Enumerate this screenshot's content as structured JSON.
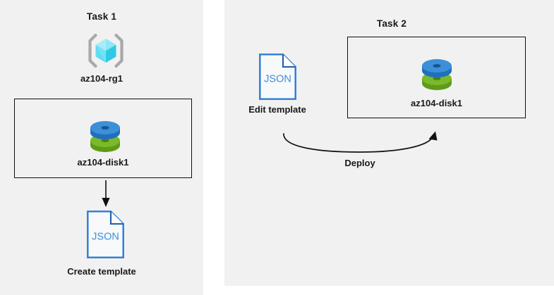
{
  "diagram": {
    "background_color": "#ffffff",
    "panel_color": "#f1f1f1",
    "panels": [
      {
        "name": "task-1-panel"
      },
      {
        "name": "task-2-panel"
      }
    ]
  },
  "task1": {
    "title": "Task 1",
    "resource_group": {
      "label": "az104-rg1",
      "icon": "resource-group-cube-icon",
      "icon_colors": {
        "cube_light": "#9ae9f7",
        "cube_mid": "#45d8ef",
        "cube_dark": "#2fc5e0",
        "brackets": "#a0a0a0"
      }
    },
    "disk": {
      "label": "az104-disk1",
      "icon": "managed-disk-icon",
      "icon_colors": {
        "top_disk": "#3d8fd8",
        "top_disk_side": "#1f6fbd",
        "bottom_disk": "#7ab929",
        "bottom_disk_side": "#5f9a18"
      }
    },
    "flow_arrow": "down-arrow",
    "template": {
      "label": "Create template",
      "icon": "json-document-icon",
      "icon_text": "JSON",
      "icon_color": "#2b7cd3"
    }
  },
  "task2": {
    "title": "Task 2",
    "template": {
      "label": "Edit template",
      "icon": "json-document-icon",
      "icon_text": "JSON",
      "icon_color": "#2b7cd3"
    },
    "disk": {
      "label": "az104-disk1",
      "icon": "managed-disk-icon"
    },
    "flow_arrow": {
      "label": "Deploy",
      "icon": "curved-arrow-icon"
    }
  }
}
